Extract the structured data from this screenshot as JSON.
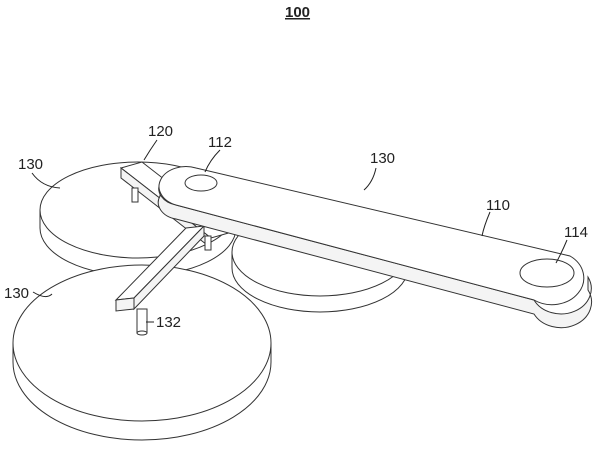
{
  "figure": {
    "title": "100",
    "labels": {
      "arm": "110",
      "pivot_hole": "112",
      "end_hole": "114",
      "bracket": "120",
      "disc_upper_left": "130",
      "disc_right": "130",
      "disc_lower_left": "130",
      "peg": "132"
    }
  }
}
